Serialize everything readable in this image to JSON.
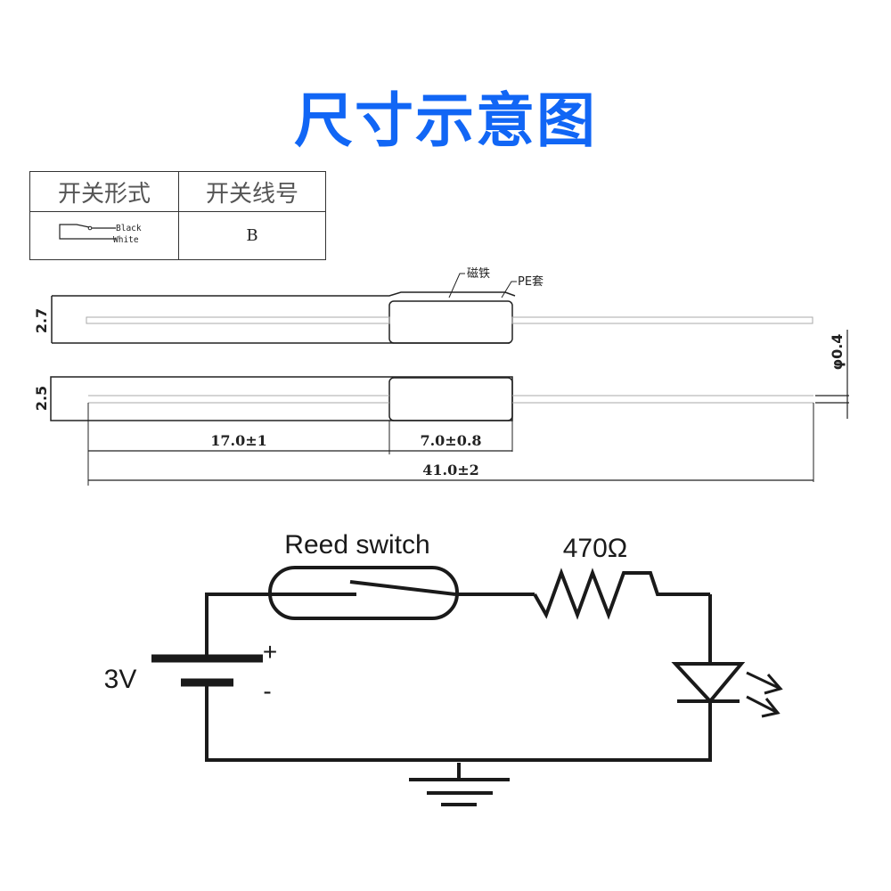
{
  "title": "尺寸示意图",
  "title_color": "#1166f5",
  "spec_table": {
    "headers": [
      "开关形式",
      "开关线号"
    ],
    "switch_form": {
      "wire_labels": [
        "Black",
        "White"
      ]
    },
    "wire_code": "B"
  },
  "dimension_drawing": {
    "callouts": {
      "magnet": "磁铁",
      "sleeve": "PE套"
    },
    "dimensions": {
      "height_top": "2.7",
      "height_bottom": "2.5",
      "lead_diameter": "φ0.4",
      "lead_to_magnet": "17.0±1",
      "magnet_length": "7.0±0.8",
      "total_length": "41.0±2"
    }
  },
  "circuit": {
    "switch_label": "Reed switch",
    "resistor_label": "470Ω",
    "battery_label": "3V",
    "plus": "+",
    "minus": "-"
  }
}
